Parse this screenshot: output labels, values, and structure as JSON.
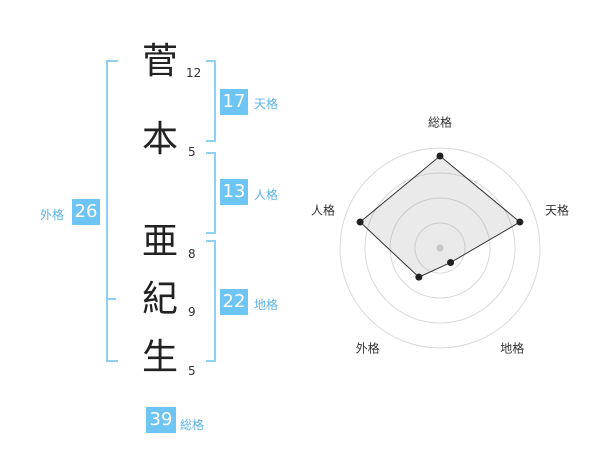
{
  "name_chars": [
    {
      "char": "菅",
      "strokes": "12"
    },
    {
      "char": "本",
      "strokes": "5"
    },
    {
      "char": "亜",
      "strokes": "8"
    },
    {
      "char": "紀",
      "strokes": "9"
    },
    {
      "char": "生",
      "strokes": "5"
    }
  ],
  "kaku": {
    "tenkaku": {
      "value": "17",
      "label": "天格"
    },
    "jinkaku": {
      "value": "13",
      "label": "人格"
    },
    "chikaku": {
      "value": "22",
      "label": "地格"
    },
    "gaikaku": {
      "value": "26",
      "label": "外格"
    },
    "soukaku": {
      "value": "39",
      "label": "総格"
    }
  },
  "colors": {
    "badge": "#6ec4f2",
    "bracket": "#8ecff3",
    "label": "#5bb4e8"
  },
  "chart_data": {
    "type": "radar",
    "axes": [
      "総格",
      "天格",
      "地格",
      "外格",
      "人格"
    ],
    "values": [
      0.92,
      0.84,
      0.18,
      0.36,
      0.84
    ],
    "rings": 4,
    "max": 1.0
  }
}
